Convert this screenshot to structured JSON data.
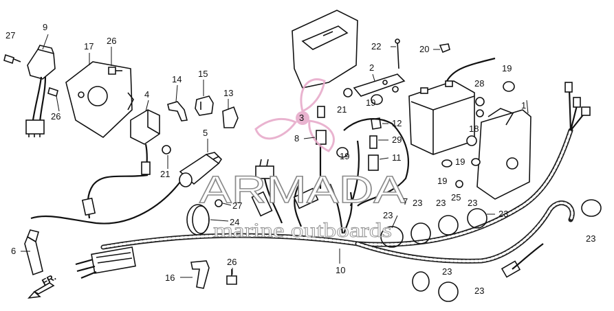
{
  "diagram": {
    "callouts": [
      "1",
      "2",
      "3",
      "4",
      "5",
      "6",
      "7",
      "8",
      "9",
      "10",
      "11",
      "12",
      "13",
      "14",
      "15",
      "16",
      "17",
      "18",
      "19",
      "20",
      "21",
      "22",
      "23",
      "24",
      "25",
      "26",
      "27",
      "28",
      "29"
    ],
    "direction_label": "FR."
  },
  "watermark": {
    "title": "ARMADA",
    "subtitle": "marine outboards",
    "logo_color": "#e7a9c9"
  }
}
